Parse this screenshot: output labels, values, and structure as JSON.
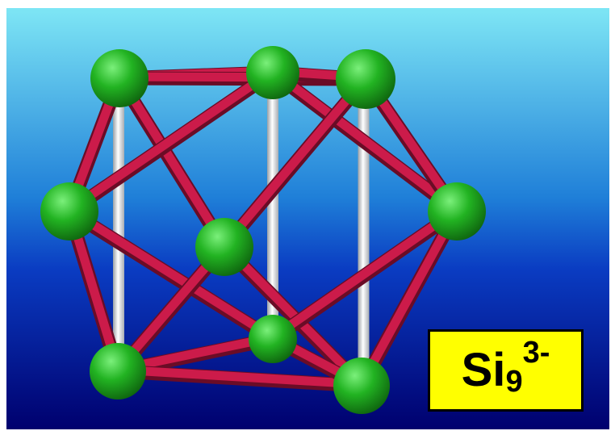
{
  "colors": {
    "background_top": "#7ee6f5",
    "background_bottom": "#00006e",
    "atom": "#1aa51a",
    "bond": "#cc1b4a",
    "axis_rod": "#e8e8e8",
    "label_background": "#ffff00"
  },
  "label": {
    "element": "Si",
    "count": "9",
    "charge": "3-"
  },
  "atoms": [
    {
      "id": "top-left"
    },
    {
      "id": "top-back"
    },
    {
      "id": "top-right"
    },
    {
      "id": "mid-left"
    },
    {
      "id": "mid-center"
    },
    {
      "id": "mid-right"
    },
    {
      "id": "bottom-left"
    },
    {
      "id": "bottom-back"
    },
    {
      "id": "bottom-right"
    }
  ],
  "bonds": [
    [
      "top-left",
      "top-back"
    ],
    [
      "top-left",
      "top-right"
    ],
    [
      "top-back",
      "top-right"
    ],
    [
      "top-left",
      "mid-left"
    ],
    [
      "top-left",
      "mid-center"
    ],
    [
      "top-back",
      "mid-left"
    ],
    [
      "top-back",
      "mid-right"
    ],
    [
      "top-right",
      "mid-center"
    ],
    [
      "top-right",
      "mid-right"
    ],
    [
      "mid-left",
      "bottom-left"
    ],
    [
      "mid-left",
      "bottom-back"
    ],
    [
      "mid-center",
      "bottom-left"
    ],
    [
      "mid-center",
      "bottom-right"
    ],
    [
      "mid-right",
      "bottom-right"
    ],
    [
      "mid-right",
      "bottom-back"
    ],
    [
      "bottom-left",
      "bottom-back"
    ],
    [
      "bottom-left",
      "bottom-right"
    ],
    [
      "bottom-back",
      "bottom-right"
    ]
  ],
  "axis_rods": [
    [
      "top-left",
      "bottom-left"
    ],
    [
      "top-back",
      "bottom-back"
    ],
    [
      "top-right",
      "bottom-right"
    ]
  ]
}
